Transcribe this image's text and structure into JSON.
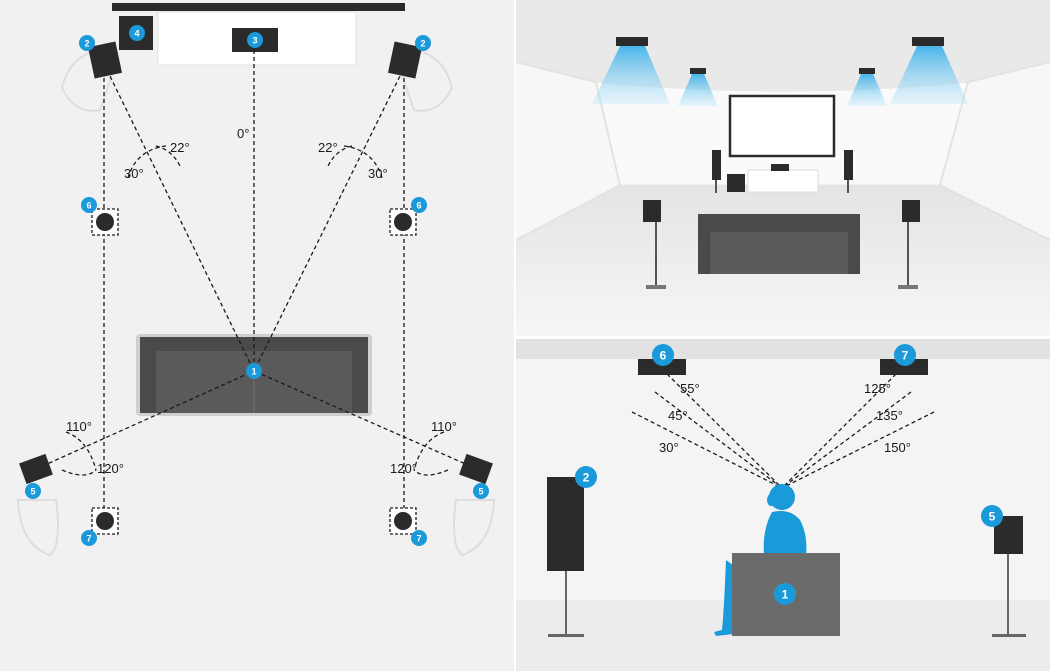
{
  "plan_view": {
    "badges": {
      "front_left": "2",
      "front_right": "2",
      "center": "3",
      "subwoofer": "4",
      "listener": "1",
      "side_left": "6",
      "side_right": "6",
      "surround_left": "5",
      "surround_right": "5",
      "rear_left": "7",
      "rear_right": "7"
    },
    "angles": {
      "center": "0°",
      "left_22": "22°",
      "left_30": "30°",
      "right_22": "22°",
      "right_30": "30°",
      "left_110": "110°",
      "left_120": "120°",
      "right_110": "110°",
      "right_120": "120°"
    }
  },
  "side_view": {
    "badges": {
      "overhead_left": "6",
      "overhead_right": "7",
      "front_speaker": "2",
      "surround_speaker": "5",
      "listener": "1"
    },
    "angles": {
      "left_55": "55°",
      "left_45": "45°",
      "left_30": "30°",
      "right_125": "125°",
      "right_135": "135°",
      "right_150": "150°"
    }
  },
  "colors": {
    "accent": "#1a9ad9",
    "speaker": "#2b2b2b",
    "sofa": "#5a5a5a",
    "panel_bg": "#f1f1f1",
    "cone": "#8fd3f4"
  }
}
